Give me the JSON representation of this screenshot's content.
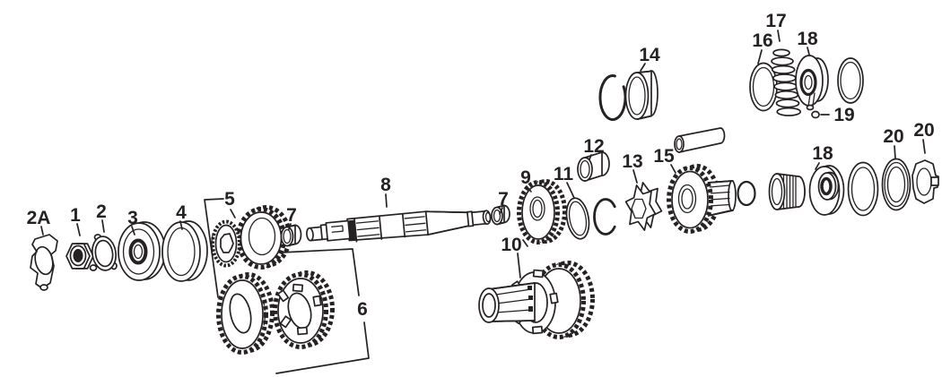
{
  "diagram": {
    "description": "Exploded parts diagram of a transmission shaft assembly",
    "colors": {
      "ink": "#262223",
      "background": "#ffffff"
    },
    "labels": [
      {
        "id": "2A",
        "text": "2A"
      },
      {
        "id": "1",
        "text": "1"
      },
      {
        "id": "2",
        "text": "2"
      },
      {
        "id": "3",
        "text": "3"
      },
      {
        "id": "4",
        "text": "4"
      },
      {
        "id": "5",
        "text": "5"
      },
      {
        "id": "6",
        "text": "6"
      },
      {
        "id": "7a",
        "text": "7"
      },
      {
        "id": "8",
        "text": "8"
      },
      {
        "id": "7b",
        "text": "7"
      },
      {
        "id": "9",
        "text": "9"
      },
      {
        "id": "10",
        "text": "10"
      },
      {
        "id": "11",
        "text": "11"
      },
      {
        "id": "12",
        "text": "12"
      },
      {
        "id": "13",
        "text": "13"
      },
      {
        "id": "14",
        "text": "14"
      },
      {
        "id": "15",
        "text": "15"
      },
      {
        "id": "16",
        "text": "16"
      },
      {
        "id": "17",
        "text": "17"
      },
      {
        "id": "18a",
        "text": "18"
      },
      {
        "id": "19",
        "text": "19"
      },
      {
        "id": "18b",
        "text": "18"
      },
      {
        "id": "20a",
        "text": "20"
      },
      {
        "id": "20b",
        "text": "20"
      }
    ]
  }
}
